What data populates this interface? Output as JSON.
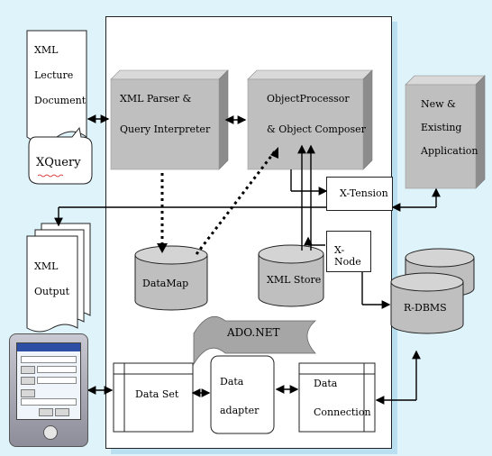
{
  "xml_lecture_document": [
    "XML",
    "Lecture",
    "Document"
  ],
  "xquery": "XQuery",
  "xml_parser": [
    "XML Parser &",
    "Query Interpreter"
  ],
  "object_processor": [
    "ObjectProcessor",
    "& Object Composer"
  ],
  "new_existing_application": [
    "New &",
    "Existing",
    "Application"
  ],
  "x_tension": "X-Tension",
  "x_node": "X-Node",
  "xml_output": [
    "XML",
    "Output"
  ],
  "datamap": "DataMap",
  "xml_store": "XML Store",
  "rdbms": "R-DBMS",
  "ado_net": "ADO.NET",
  "data_set": "Data Set",
  "data_adapter": [
    "Data",
    "adapter"
  ],
  "data_connection": [
    "Data",
    "Connection"
  ],
  "colors": {
    "background_cyan": "#dff3fb",
    "gray_box": "#bfbfbf",
    "gray_side": "#8c8c8c",
    "gray_top": "#d9d9d9"
  }
}
